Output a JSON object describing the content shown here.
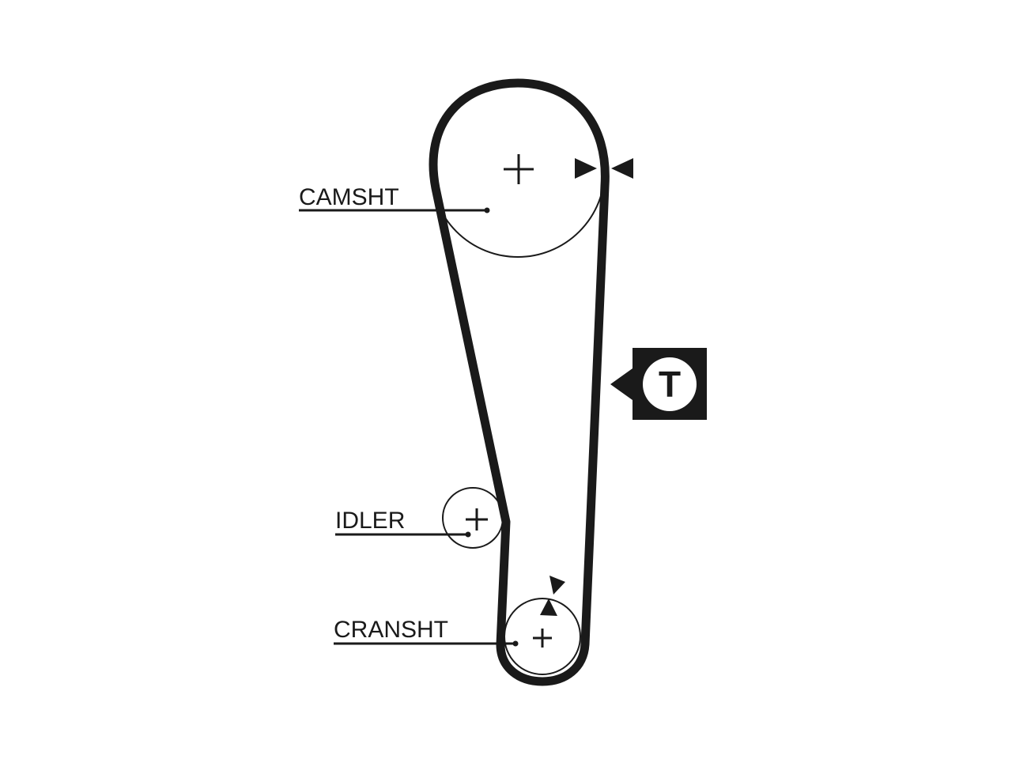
{
  "labels": {
    "camshaft": "CAMSHT",
    "idler": "IDLER",
    "crankshaft": "CRANSHT"
  },
  "tensioner": {
    "letter": "T"
  },
  "colors": {
    "ink": "#1a1a1a",
    "background": "#ffffff"
  },
  "icons": {
    "center_mark": "plus-icon",
    "timing_mark": "triangle-arrow-icon",
    "tensioner_badge": "tensioner-t-icon"
  }
}
